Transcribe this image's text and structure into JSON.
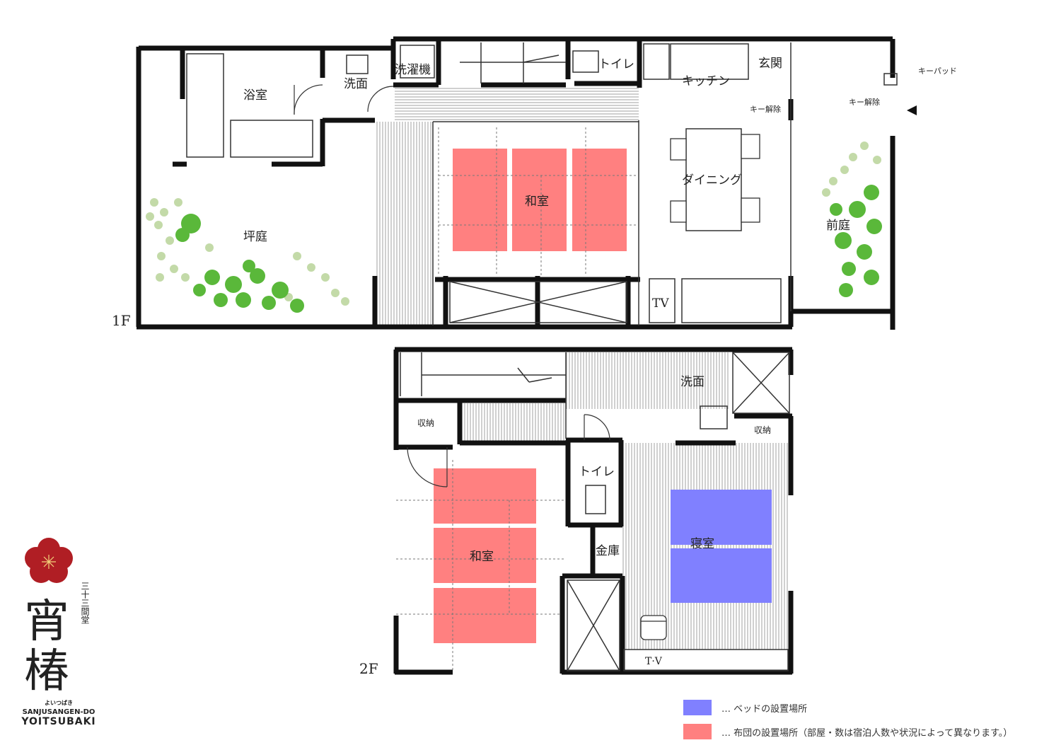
{
  "floors": {
    "first": {
      "label": "1F",
      "rooms": {
        "bath": "浴室",
        "washroom": "洗面",
        "washing_machine": "洗濯機",
        "toilet": "トイレ",
        "kitchen": "キッチン",
        "entrance": "玄関",
        "key_release_inner": "キー解除",
        "keypad": "キーパッド",
        "key_release_outer": "キー解除",
        "courtyard": "坪庭",
        "washitsu": "和室",
        "dining": "ダイニング",
        "front_garden": "前庭",
        "tv": "TV"
      }
    },
    "second": {
      "label": "2F",
      "rooms": {
        "washroom": "洗面",
        "storage_left": "収納",
        "storage_right": "収納",
        "toilet": "トイレ",
        "washitsu": "和室",
        "safe": "金庫",
        "bedroom": "寝室",
        "tv": "T·V"
      }
    }
  },
  "legend": {
    "bed": {
      "text": "… ベッドの設置場所",
      "color": "#8080ff"
    },
    "futon": {
      "text": "… 布団の設置場所（部屋・数は宿泊人数や状況によって異なります。）",
      "color": "#ff8080"
    }
  },
  "brand": {
    "vertical_small": "三十三間堂",
    "kanji_1": "宵",
    "kanji_2": "椿",
    "kana": "よいつばき",
    "line1": "SANJUSANGEN-DO",
    "line2": "YOITSUBAKI",
    "accent_color": "#b01e24"
  },
  "colors": {
    "futon": "#ff8080",
    "bed": "#8080ff",
    "leaf": "#5ab83a",
    "dot": "#b9d49a"
  }
}
